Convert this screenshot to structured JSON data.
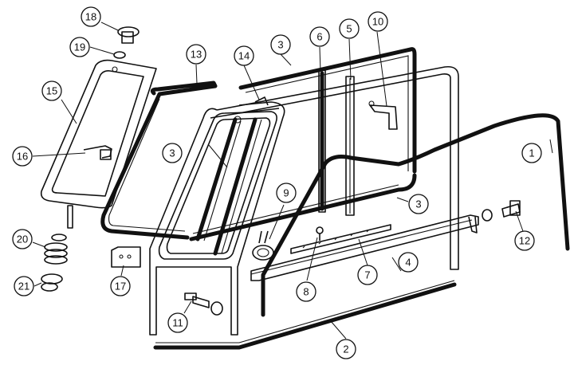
{
  "callouts": [
    {
      "label": "1"
    },
    {
      "label": "2"
    },
    {
      "label": "3"
    },
    {
      "label": "3"
    },
    {
      "label": "3"
    },
    {
      "label": "4"
    },
    {
      "label": "5"
    },
    {
      "label": "6"
    },
    {
      "label": "7"
    },
    {
      "label": "8"
    },
    {
      "label": "9"
    },
    {
      "label": "10"
    },
    {
      "label": "11"
    },
    {
      "label": "12"
    },
    {
      "label": "13"
    },
    {
      "label": "14"
    },
    {
      "label": "15"
    },
    {
      "label": "16"
    },
    {
      "label": "17"
    },
    {
      "label": "18"
    },
    {
      "label": "19"
    },
    {
      "label": "20"
    },
    {
      "label": "21"
    }
  ]
}
